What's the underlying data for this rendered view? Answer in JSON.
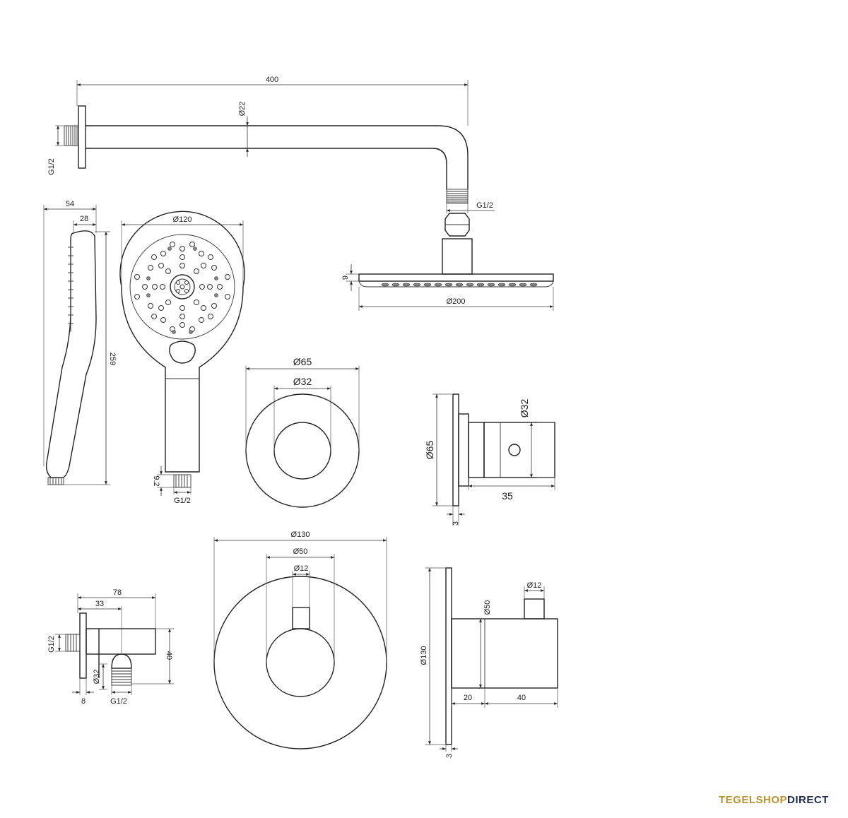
{
  "dimensions": {
    "arm_length": "400",
    "arm_diameter": "Ø22",
    "arm_thread": "G1/2",
    "head_thread": "G1/2",
    "head_height": "9",
    "head_diameter": "Ø200",
    "hand_side_depth": "54",
    "hand_side_neck": "28",
    "hand_length": "259",
    "hand_head_diameter": "Ø120",
    "hand_thread_len": "9.2",
    "hand_thread": "G1/2",
    "rosette_outer": "Ø65",
    "rosette_inner": "Ø32",
    "stopvalve_outer": "Ø65",
    "stopvalve_knob": "Ø32",
    "stopvalve_depth": "35",
    "stopvalve_plate": "3",
    "elbow_total": "78",
    "elbow_neck": "33",
    "elbow_thread_in": "G1/2",
    "elbow_height": "40",
    "elbow_body": "Ø32",
    "elbow_plate": "8",
    "elbow_thread_out": "G1/2",
    "thermo_plate": "Ø130",
    "thermo_body": "Ø50",
    "thermo_lever": "Ø12",
    "thermo_side_lever": "Ø12",
    "thermo_side_body": "Ø50",
    "thermo_side_plate": "Ø130",
    "thermo_depth_a": "20",
    "thermo_depth_b": "40",
    "thermo_plate_thickness": "3"
  },
  "brand": {
    "part1": "TEGELSHOP",
    "part2": "DIRECT"
  },
  "colors": {
    "line": "#222222",
    "brand_gold": "#b8922e",
    "brand_navy": "#1d2b4f"
  }
}
